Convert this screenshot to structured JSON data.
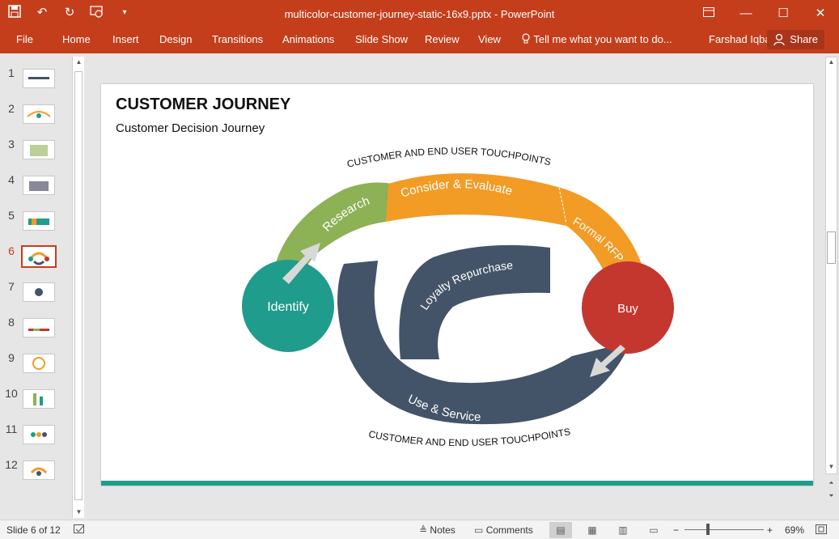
{
  "titlebar": {
    "doc_title": "multicolor-customer-journey-static-16x9.pptx - PowerPoint",
    "qat_icons": [
      "save-icon",
      "undo-icon",
      "redo-icon",
      "present-icon",
      "customize-icon"
    ],
    "accent_color": "#c43e1c"
  },
  "ribbon": {
    "tabs": [
      "File",
      "Home",
      "Insert",
      "Design",
      "Transitions",
      "Animations",
      "Slide Show",
      "Review",
      "View"
    ],
    "tell_me": "Tell me what you want to do...",
    "user": "Farshad Iqbal",
    "share": "Share"
  },
  "thumbnails": {
    "numbers": [
      "1",
      "2",
      "3",
      "4",
      "5",
      "6",
      "7",
      "8",
      "9",
      "10",
      "11",
      "12"
    ],
    "active": 6
  },
  "slide": {
    "title": "CUSTOMER JOURNEY",
    "subtitle": "Customer Decision Journey",
    "touchpoints_top": "CUSTOMER AND END USER TOUCHPOINTS",
    "touchpoints_bottom": "CUSTOMER AND END USER TOUCHPOINTS",
    "identify": "Identify",
    "research": "Research",
    "consider": "Consider & Evaluate",
    "formal_rfp": "Formal RFP",
    "buy": "Buy",
    "use_service": "Use & Service",
    "loyalty": "Loyalty Repurchase",
    "colors": {
      "teal": "#1f9c8b",
      "green": "#8db155",
      "orange": "#f29b25",
      "red": "#c3372f",
      "slate": "#445468"
    }
  },
  "status": {
    "slide_count": "Slide 6 of 12",
    "notes": "Notes",
    "comments": "Comments",
    "zoom": "69%"
  }
}
